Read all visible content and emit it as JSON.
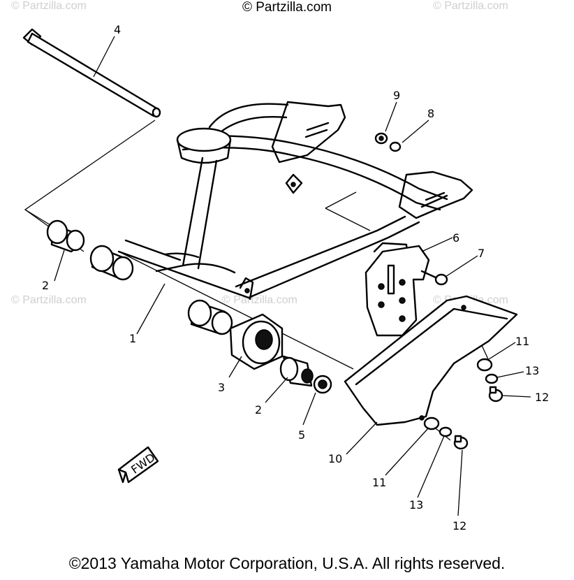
{
  "header": {
    "copyright": "© Partzilla.com"
  },
  "watermarks": {
    "top_left": "© Partzilla.com",
    "top_right": "© Partzilla.com",
    "mid_left": "© Partzilla.com",
    "mid_center": "© Partzilla.com",
    "mid_right": "© Partzilla.com"
  },
  "footer": {
    "copyright": "©2013  Yamaha Motor Corporation, U.S.A. All rights reserved."
  },
  "fwd_label": "FWD",
  "callouts": {
    "c1": "1",
    "c2a": "2",
    "c2b": "2",
    "c3": "3",
    "c4": "4",
    "c5": "5",
    "c6": "6",
    "c7": "7",
    "c8": "8",
    "c9": "9",
    "c10": "10",
    "c11a": "11",
    "c11b": "11",
    "c12a": "12",
    "c12b": "12",
    "c13a": "13",
    "c13b": "13"
  }
}
